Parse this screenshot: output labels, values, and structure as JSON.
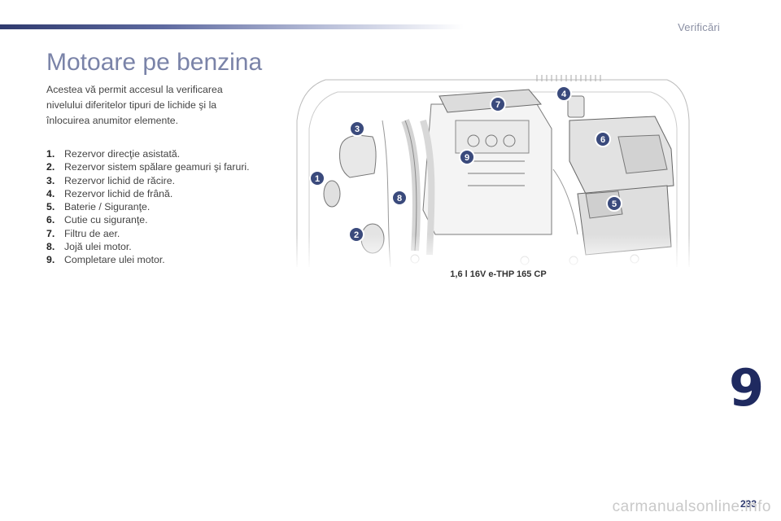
{
  "header": {
    "chapter_name": "Verificări"
  },
  "title": "Motoare pe benzina",
  "intro": "Acestea vă permit accesul la verificarea nivelului diferitelor tipuri de lichide şi la înlocuirea anumitor elemente.",
  "legend": [
    {
      "num": "1.",
      "text": "Rezervor direcţie asistată."
    },
    {
      "num": "2.",
      "text": "Rezervor sistem spălare geamuri şi faruri."
    },
    {
      "num": "3.",
      "text": "Rezervor lichid de răcire."
    },
    {
      "num": "4.",
      "text": "Rezervor lichid de frână."
    },
    {
      "num": "5.",
      "text": "Baterie / Siguranţe."
    },
    {
      "num": "6.",
      "text": "Cutie cu siguranţe."
    },
    {
      "num": "7.",
      "text": "Filtru de aer."
    },
    {
      "num": "8.",
      "text": "Jojă ulei motor."
    },
    {
      "num": "9.",
      "text": "Completare ulei motor."
    }
  ],
  "figure": {
    "caption": "1,6 l 16V e-THP 165 CP",
    "markers": [
      "1",
      "2",
      "3",
      "4",
      "5",
      "6",
      "7",
      "8",
      "9"
    ],
    "marker_color": "#3a4a7c"
  },
  "chapter_number": "9",
  "page_number": "233",
  "watermark": "carmanualsonline.info"
}
